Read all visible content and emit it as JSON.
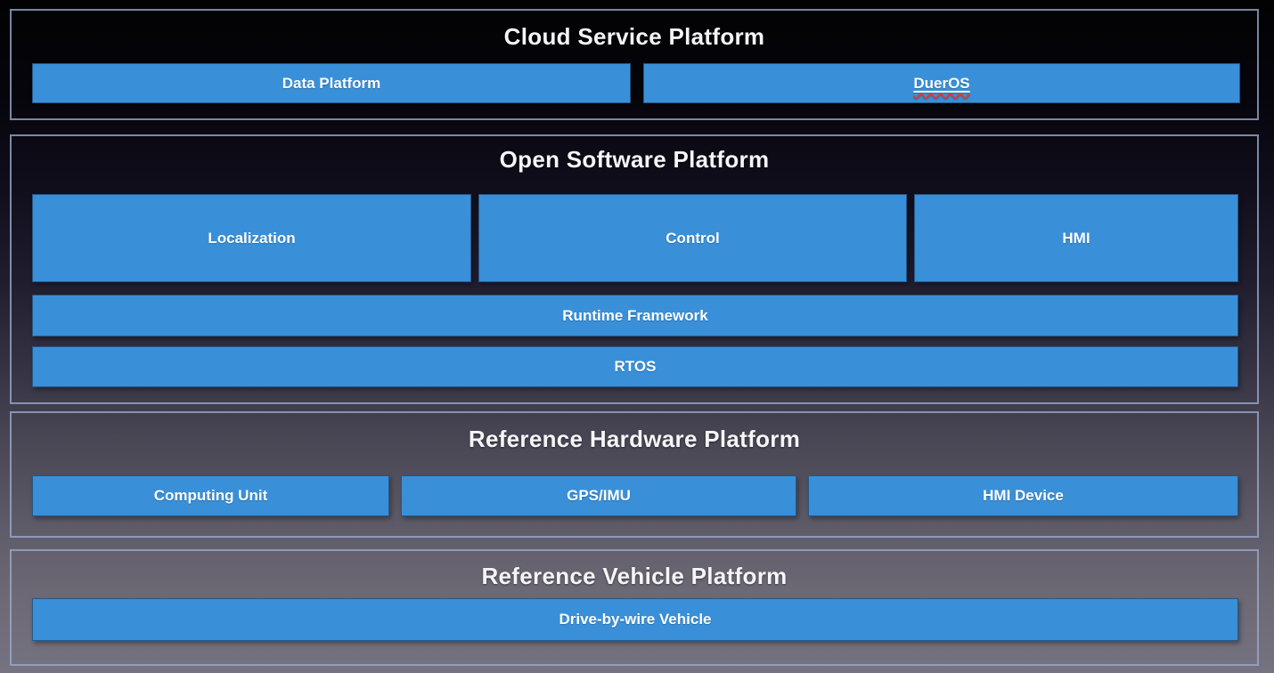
{
  "colors": {
    "box_fill": "#3990d8",
    "section_border": "#9aabd0",
    "title_text": "#f5f5f7",
    "label_text": "#ffffff",
    "spellcheck_underline": "#e03a2f",
    "background_top": "#020203",
    "background_bottom": "#767380"
  },
  "sections": [
    {
      "title": "Cloud Service Platform",
      "boxes": [
        {
          "label": "Data Platform"
        },
        {
          "label": "DuerOS"
        }
      ]
    },
    {
      "title": "Open Software Platform",
      "boxes": [
        {
          "label": "Localization"
        },
        {
          "label": "Control"
        },
        {
          "label": "HMI"
        },
        {
          "label": "Runtime Framework"
        },
        {
          "label": "RTOS"
        }
      ]
    },
    {
      "title": "Reference Hardware Platform",
      "boxes": [
        {
          "label": "Computing Unit"
        },
        {
          "label": "GPS/IMU"
        },
        {
          "label": "HMI Device"
        }
      ]
    },
    {
      "title": "Reference Vehicle Platform",
      "boxes": [
        {
          "label": "Drive-by-wire Vehicle"
        }
      ]
    }
  ]
}
